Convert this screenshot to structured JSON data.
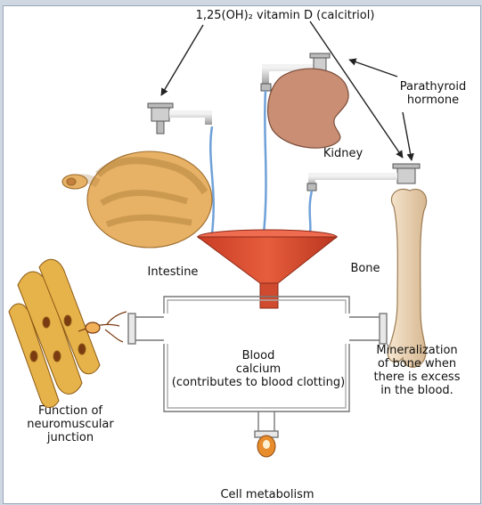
{
  "diagram": {
    "title": "1,25(OH)₂ vitamin D (calcitriol)",
    "labels": {
      "pth": "Parathyroid\nhormone",
      "kidney": "Kidney",
      "intestine": "Intestine",
      "bone": "Bone",
      "blood_calcium": "Blood\ncalcium\n(contributes to blood clotting)",
      "mineralization": "Mineralization\nof bone when\nthere is excess\nin the blood.",
      "neuromuscular": "Function of\nneuromuscular\njunction",
      "cell_metabolism": "Cell metabolism"
    }
  },
  "colors": {
    "funnel": "#e14a2e",
    "funnel_dark": "#a8301c",
    "kidney": "#c98e74",
    "intestine": "#e7b266",
    "bone": "#f3dcc0",
    "water": "#6fa1d9",
    "pipe": "#d6d6d6",
    "muscle": "#e6b24a"
  }
}
